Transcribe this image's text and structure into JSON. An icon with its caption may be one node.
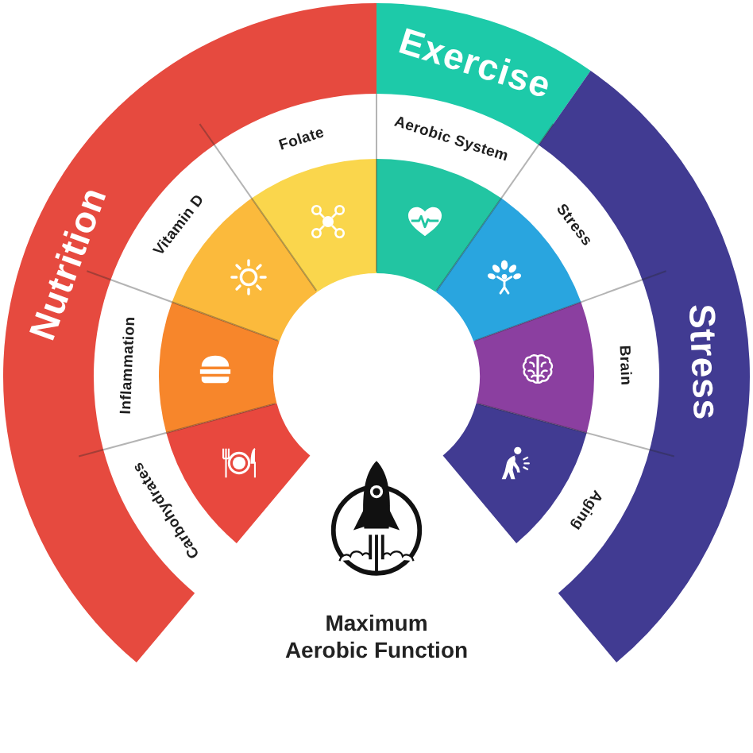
{
  "diagram": {
    "nodes": [
      {
        "text": [
          "Nutrition"
        ]
      },
      {
        "text": [
          "Exercise"
        ]
      },
      {
        "text": [
          "Stress"
        ]
      },
      {
        "text": [
          "Carbohydrates"
        ]
      },
      {
        "text": [
          "Inflammation"
        ]
      },
      {
        "text": [
          "Vitamin D"
        ]
      },
      {
        "text": [
          "Folate"
        ]
      },
      {
        "text": [
          "Aerobic System"
        ]
      },
      {
        "text": [
          "Stress"
        ]
      },
      {
        "text": [
          "Brain"
        ]
      },
      {
        "text": [
          "Aging"
        ]
      }
    ],
    "labels": [
      "Maximum Aerobic Function"
    ]
  }
}
